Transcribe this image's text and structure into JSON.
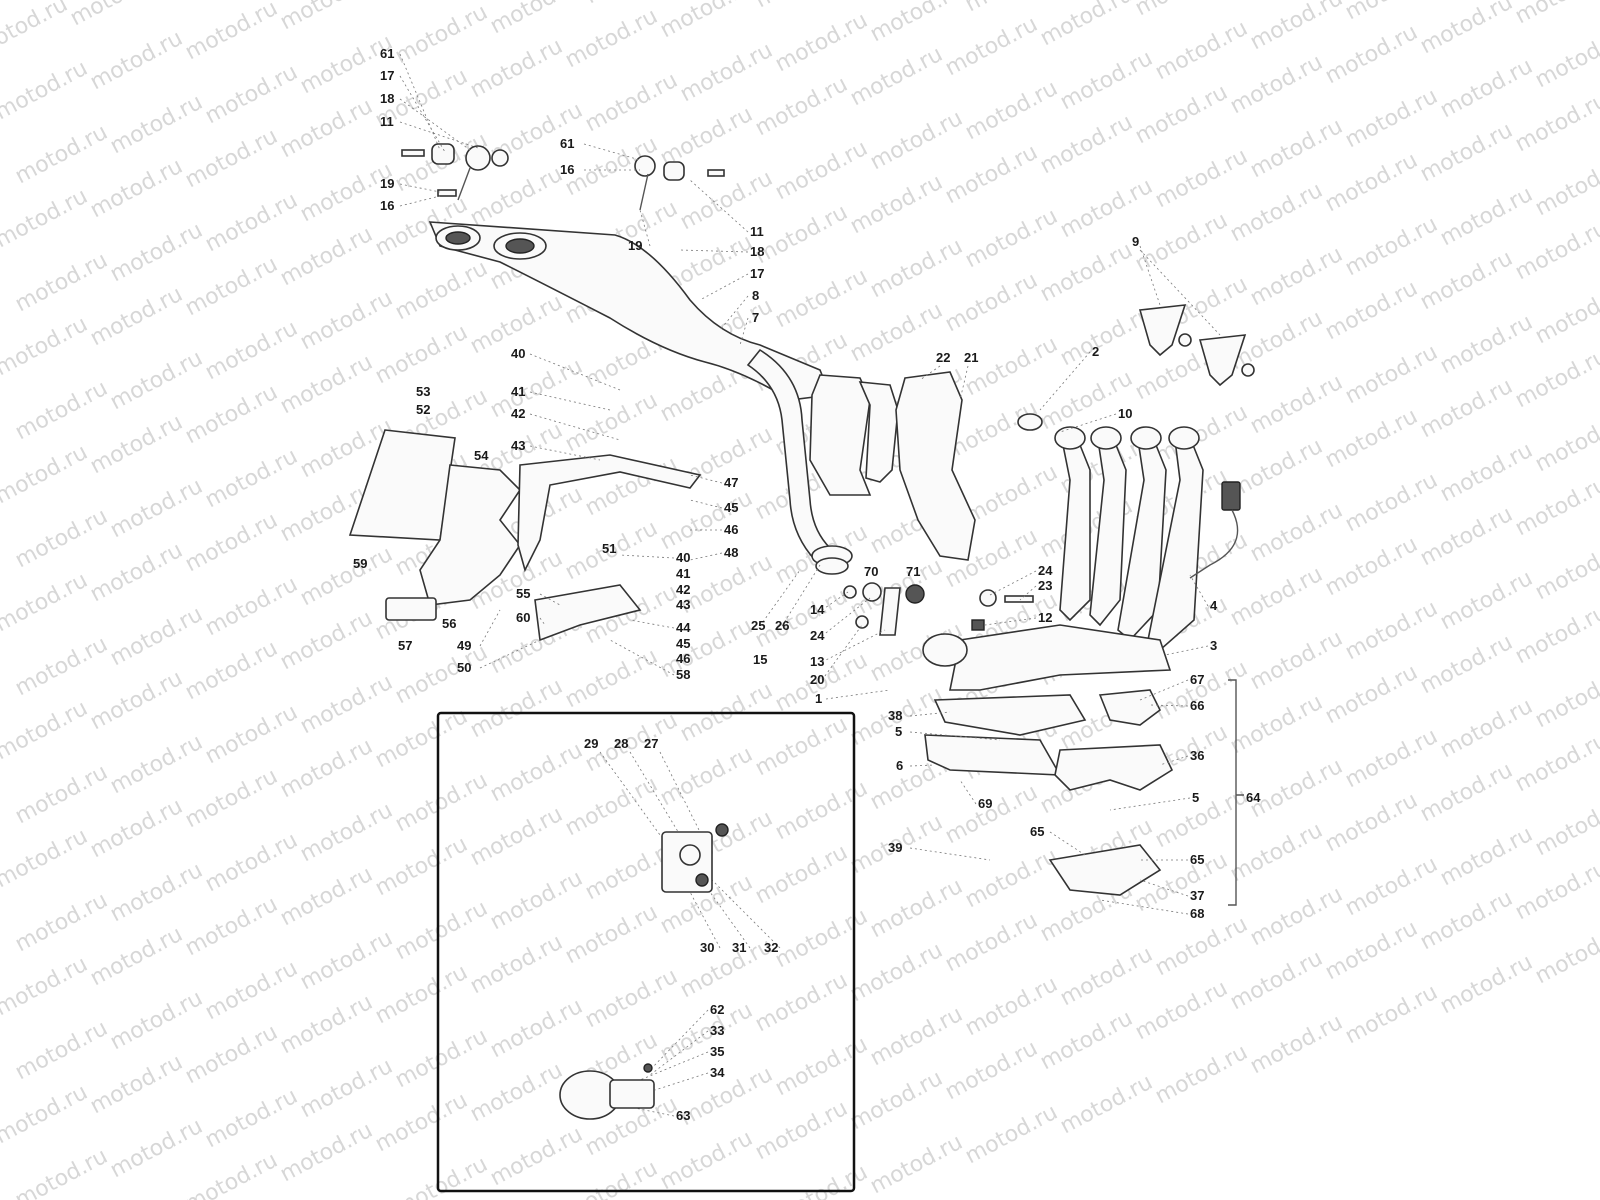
{
  "watermark": "motod.ru",
  "callouts": {
    "c61a": "61",
    "c17a": "17",
    "c18a": "18",
    "c11a": "11",
    "c19a": "19",
    "c16a": "16",
    "c61b": "61",
    "c16b": "16",
    "c19b": "19",
    "c11b": "11",
    "c18b": "18",
    "c17b": "17",
    "c8": "8",
    "c7": "7",
    "c9": "9",
    "c2": "2",
    "c10": "10",
    "c22": "22",
    "c21": "21",
    "c40a": "40",
    "c53": "53",
    "c52": "52",
    "c41a": "41",
    "c42a": "42",
    "c43a": "43",
    "c54": "54",
    "c47": "47",
    "c45a": "45",
    "c46a": "46",
    "c48": "48",
    "c51": "51",
    "c40b": "40",
    "c41b": "41",
    "c42b": "42",
    "c43b": "43",
    "c44": "44",
    "c45b": "45",
    "c46b": "46",
    "c58": "58",
    "c55": "55",
    "c60": "60",
    "c56": "56",
    "c49": "49",
    "c50": "50",
    "c57": "57",
    "c59": "59",
    "c25": "25",
    "c26": "26",
    "c15": "15",
    "c70": "70",
    "c71": "71",
    "c14": "14",
    "c24a": "24",
    "c13": "13",
    "c20": "20",
    "c1": "1",
    "c24b": "24",
    "c23": "23",
    "c12": "12",
    "c4": "4",
    "c3": "3",
    "c67": "67",
    "c66": "66",
    "c36": "36",
    "c5a": "5",
    "c64": "64",
    "c38": "38",
    "c5b": "5",
    "c6": "6",
    "c69": "69",
    "c39": "39",
    "c65a": "65",
    "c65b": "65",
    "c37": "37",
    "c68": "68",
    "c29": "29",
    "c28": "28",
    "c27": "27",
    "c30": "30",
    "c31": "31",
    "c32": "32",
    "c62": "62",
    "c33": "33",
    "c35": "35",
    "c34": "34",
    "c63": "63"
  }
}
